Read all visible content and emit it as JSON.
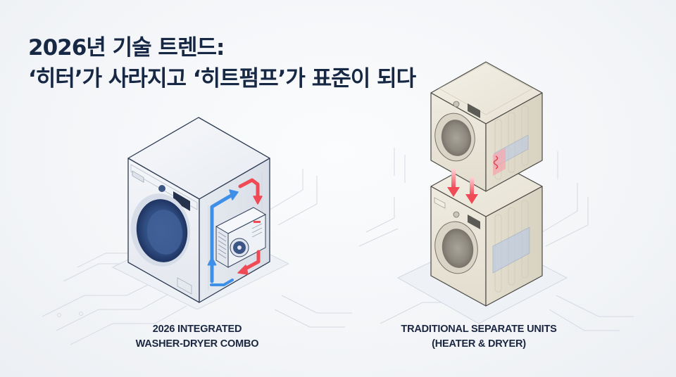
{
  "slide": {
    "title_line1": "2026년 기술 트렌드:",
    "title_line2": "‘히터’가 사라지고 ‘히트펌프’가 표준이 되다"
  },
  "illustrations": {
    "left": {
      "caption_line1": "2026 INTEGRATED",
      "caption_line2": "WASHER-DRYER COMBO",
      "icons": [
        "washer-dryer-combo-icon",
        "heat-pump-unit-icon",
        "hot-air-arrow-icon",
        "cold-air-arrow-icon"
      ]
    },
    "right": {
      "caption_line1": "TRADITIONAL SEPARATE UNITS",
      "caption_line2": "(HEATER & DRYER)",
      "icons": [
        "stacked-dryer-icon",
        "stacked-washer-icon",
        "heater-coil-icon",
        "heat-down-arrow-icon"
      ]
    }
  },
  "colors": {
    "title": "#172845",
    "caption": "#1b2740",
    "hot_arrow": "#ef4a55",
    "cold_arrow": "#3d8fe8",
    "modern_unit": "#eef1f6",
    "legacy_unit": "#ece8dc",
    "door_blue": "#2f4c80",
    "circuit_lines": "#d5dae2"
  }
}
